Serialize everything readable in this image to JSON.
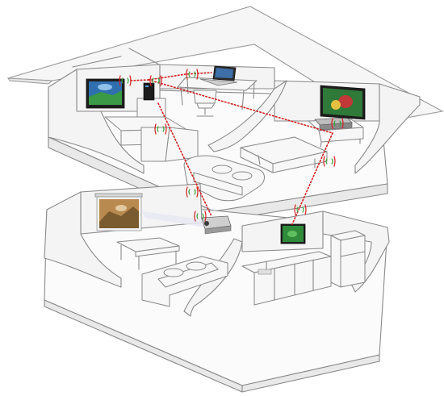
{
  "colors": {
    "wireless_link": "#d42020",
    "signal_wave_inner": "#3aa23a",
    "signal_wave_outer": "#d42020",
    "line_art": "#8a8a8a",
    "screen_green": "#2f8a3a",
    "screen_blue": "#2f6fb0"
  },
  "devices": [
    {
      "id": "hub",
      "icon": "media-hub-icon"
    },
    {
      "id": "laptop",
      "icon": "laptop-icon"
    },
    {
      "id": "tv-upstairs-left",
      "icon": "tv-icon"
    },
    {
      "id": "tv-upstairs-right",
      "icon": "tv-icon"
    },
    {
      "id": "set-top-box",
      "icon": "set-top-box-icon"
    },
    {
      "id": "projector",
      "icon": "projector-icon"
    },
    {
      "id": "projection-screen",
      "icon": "projection-screen-icon"
    },
    {
      "id": "tv-kitchen",
      "icon": "tv-icon"
    }
  ],
  "links": [
    {
      "from": "hub",
      "to": "laptop"
    },
    {
      "from": "hub",
      "to": "tv-upstairs-left"
    },
    {
      "from": "hub",
      "to": "projector"
    },
    {
      "from": "hub",
      "to": "tv-upstairs-right"
    },
    {
      "from": "set-top-box",
      "to": "tv-kitchen"
    }
  ]
}
